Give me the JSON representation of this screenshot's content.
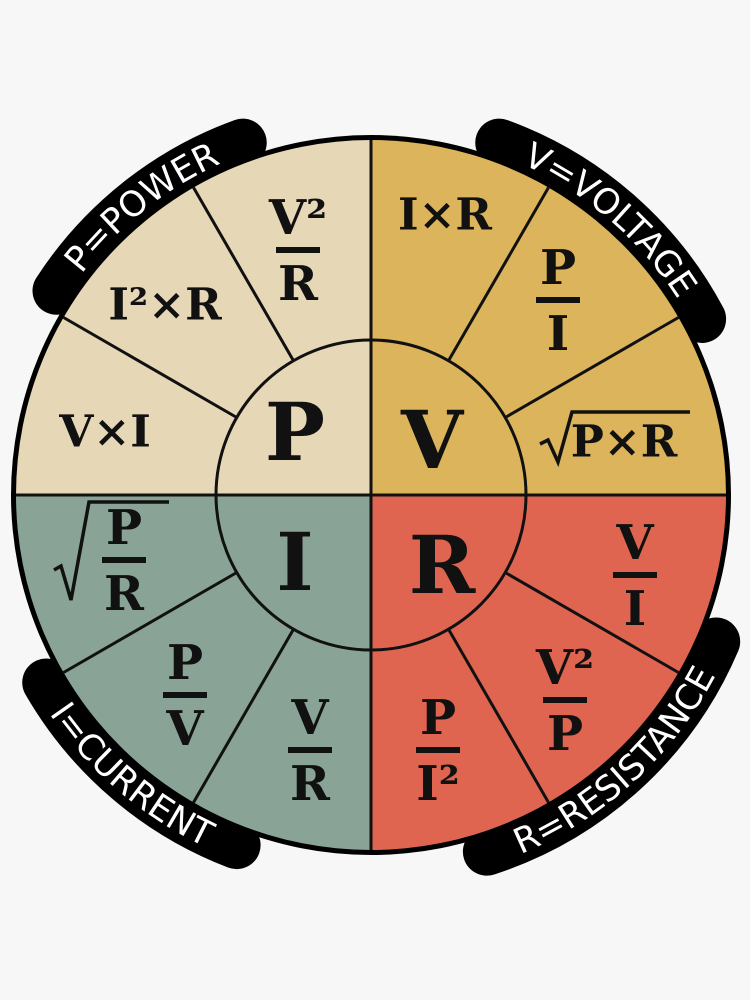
{
  "colors": {
    "background": "#f7f7f7",
    "outline": "#000000",
    "power": "#e6d7b6",
    "voltage": "#dcb45c",
    "current": "#89a497",
    "resistance": "#df6550"
  },
  "quadrants": [
    {
      "key": "power",
      "letter": "P",
      "label": "P=POWER",
      "formulas": [
        {
          "type": "fraction",
          "num": "V²",
          "den": "R"
        },
        {
          "type": "inline",
          "text": "I²×R"
        },
        {
          "type": "inline",
          "text": "V×I"
        }
      ]
    },
    {
      "key": "voltage",
      "letter": "V",
      "label": "V=VOLTAGE",
      "formulas": [
        {
          "type": "inline",
          "text": "I×R"
        },
        {
          "type": "fraction",
          "num": "P",
          "den": "I"
        },
        {
          "type": "sqrt",
          "text": "P×R"
        }
      ]
    },
    {
      "key": "current",
      "letter": "I",
      "label": "I=CURRENT",
      "formulas": [
        {
          "type": "sqrt-fraction",
          "num": "P",
          "den": "R"
        },
        {
          "type": "fraction",
          "num": "P",
          "den": "V"
        },
        {
          "type": "fraction",
          "num": "V",
          "den": "R"
        }
      ]
    },
    {
      "key": "resistance",
      "letter": "R",
      "label": "R=RESISTANCE",
      "formulas": [
        {
          "type": "fraction",
          "num": "V",
          "den": "I"
        },
        {
          "type": "fraction",
          "num": "V²",
          "den": "P"
        },
        {
          "type": "fraction",
          "num": "P",
          "den": "I²"
        }
      ]
    }
  ]
}
